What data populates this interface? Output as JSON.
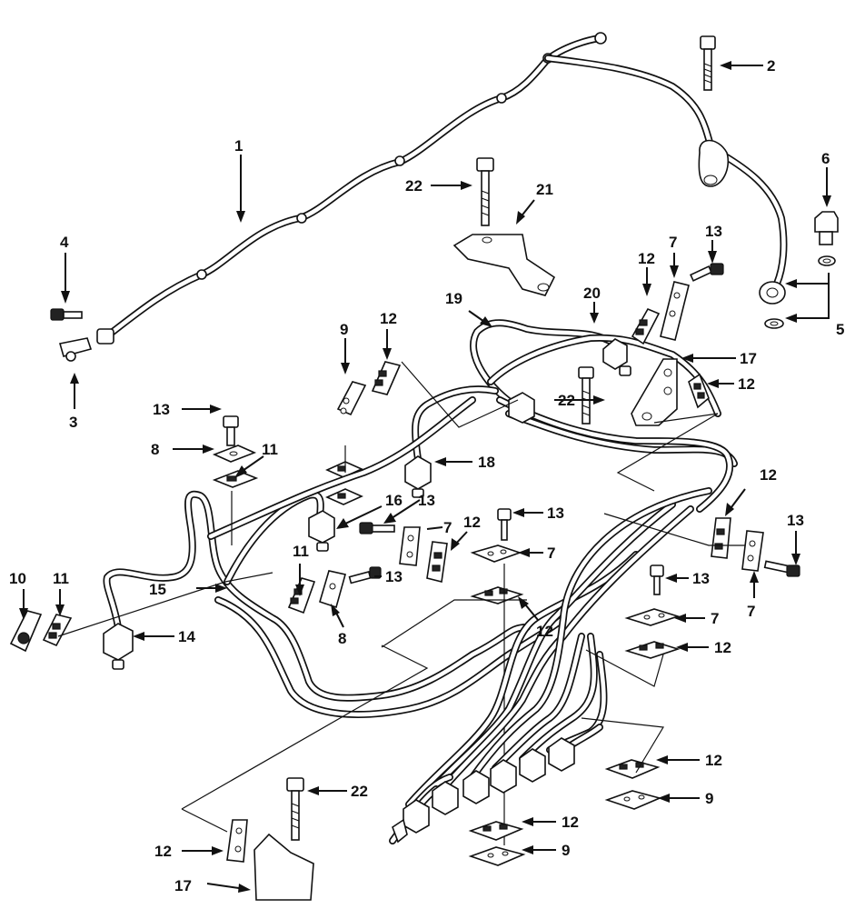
{
  "diagram": {
    "labels": [
      "1",
      "2",
      "3",
      "4",
      "5",
      "6",
      "7",
      "8",
      "9",
      "10",
      "11",
      "12",
      "13",
      "14",
      "15",
      "16",
      "17",
      "18",
      "19",
      "20",
      "21",
      "22"
    ]
  }
}
